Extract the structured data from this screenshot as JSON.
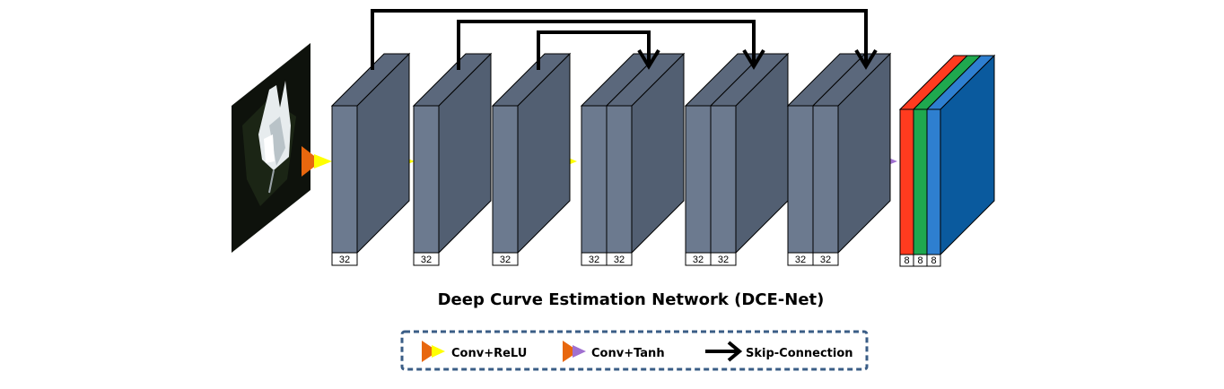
{
  "title": "Deep Curve Estimation  Network (DCE-Net)",
  "blocks": [
    {
      "channels": [
        "32"
      ]
    },
    {
      "channels": [
        "32"
      ]
    },
    {
      "channels": [
        "32"
      ]
    },
    {
      "channels": [
        "32",
        "32"
      ]
    },
    {
      "channels": [
        "32",
        "32"
      ]
    },
    {
      "channels": [
        "32",
        "32"
      ]
    }
  ],
  "output_block": {
    "channels": [
      "8",
      "8",
      "8"
    ],
    "colors": [
      "#ff3b1f",
      "#1fa84f",
      "#2e7fd0"
    ]
  },
  "legend": {
    "conv_relu": "Conv+ReLU",
    "conv_tanh": "Conv+Tanh",
    "skip_connection": "Skip-Connection"
  },
  "colors": {
    "block_front": "#6c7a8f",
    "block_side": "#525f72",
    "block_top": "#5b687c",
    "triangle_orange": "#e8670e",
    "triangle_yellow": "#ffff00",
    "triangle_purple": "#a070d0",
    "output_blue_face": "#0a5a9e",
    "legend_border": "#3a5d86"
  }
}
